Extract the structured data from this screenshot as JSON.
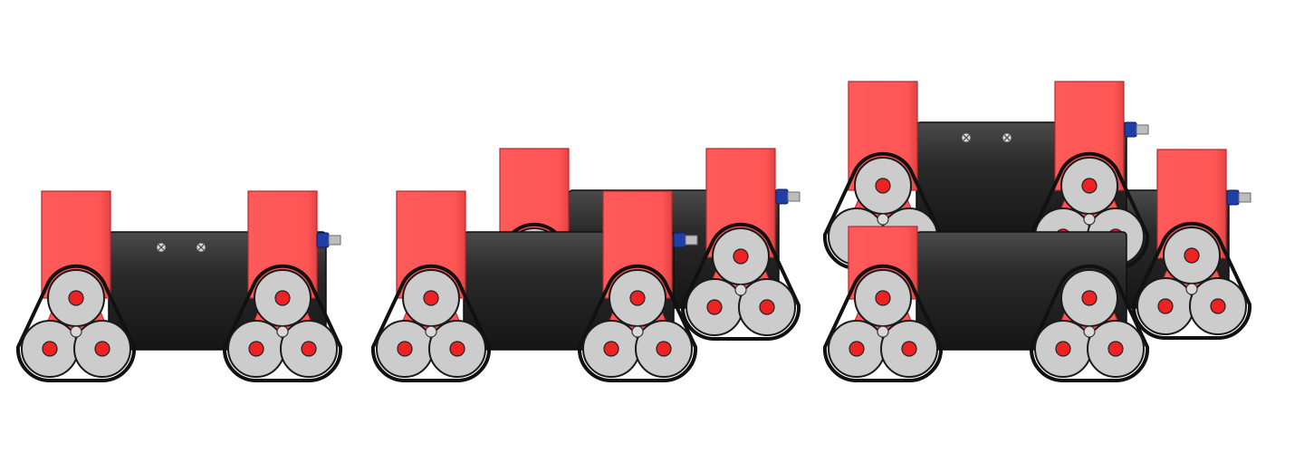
{
  "figure": {
    "panels": [
      {
        "id": "single-module",
        "modules": 1,
        "wheel_units": 2
      },
      {
        "id": "two-module-chain",
        "modules": 2,
        "wheel_units": 4
      },
      {
        "id": "four-module-array",
        "modules": 4,
        "wheel_units": 8
      }
    ]
  },
  "colors": {
    "background": "#ffffff",
    "arm_red": "#ff5555",
    "arm_red_shadow": "#e23d3d",
    "body_dark": "#1f1f1f",
    "body_light": "#4a4a4a",
    "wheel_gray": "#cccccc",
    "hub_red": "#ee2222",
    "track_black": "#111111",
    "connector_blue": "#1f3fa8",
    "pin_gray": "#bdbdbd"
  },
  "icons": {
    "screw": "phillips-screw-icon",
    "connector": "connector-plug-icon"
  }
}
